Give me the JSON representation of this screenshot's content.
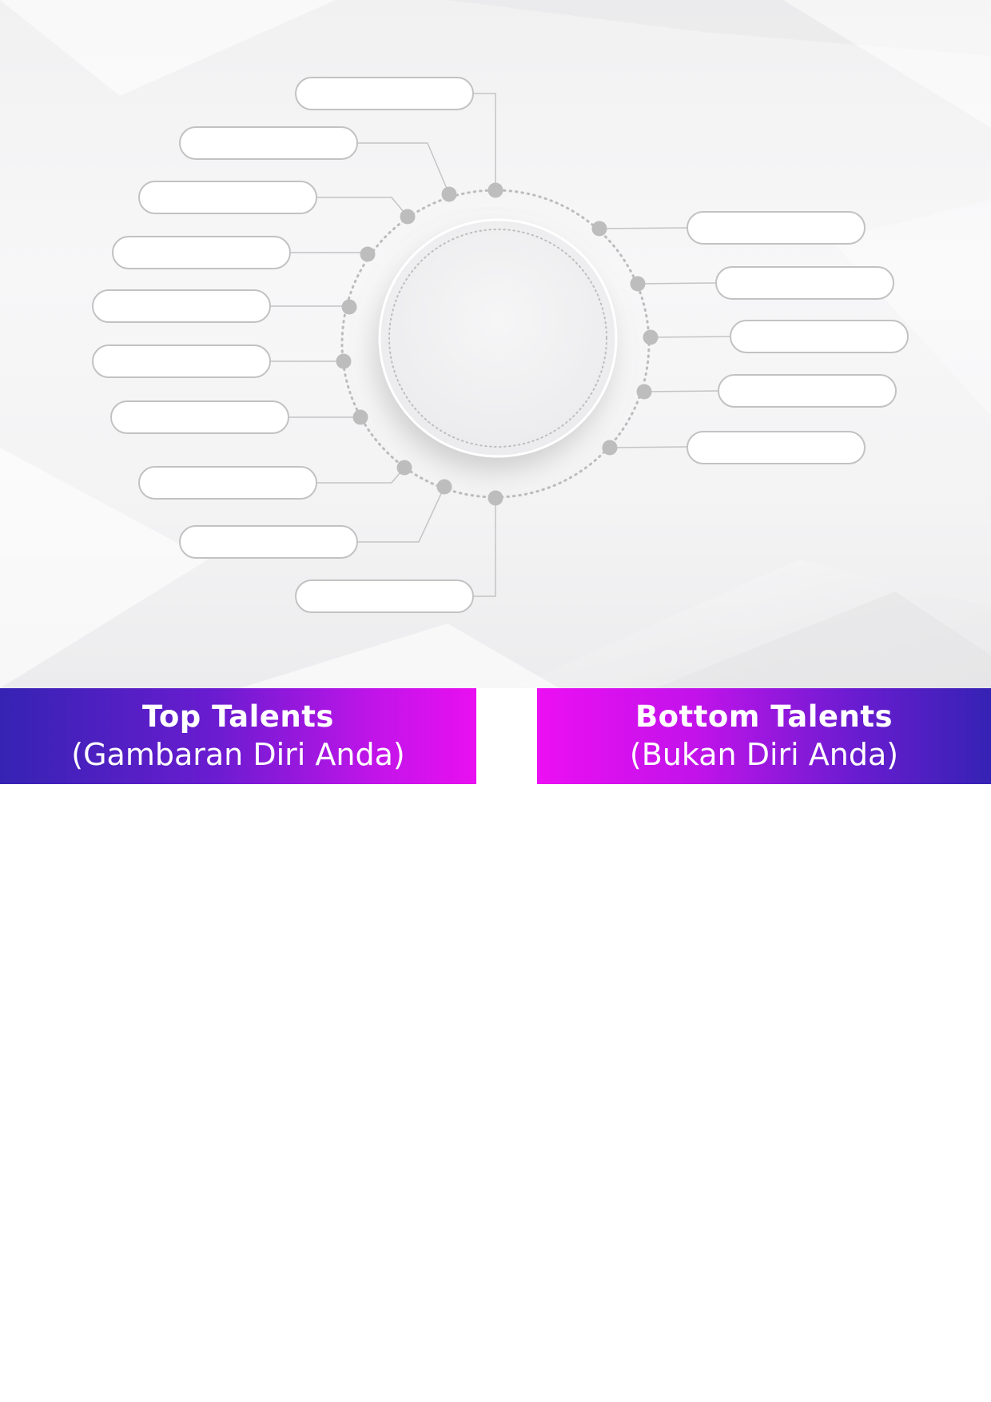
{
  "diagram": {
    "left_label_boxes": [
      "",
      "",
      "",
      "",
      "",
      "",
      "",
      "",
      "",
      ""
    ],
    "right_label_boxes": [
      "",
      "",
      "",
      "",
      ""
    ],
    "center_circle_text": "",
    "colors": {
      "node": "#bdbdbd",
      "connector": "#c4c4c4",
      "box_border": "#c2c2c2",
      "box_fill": "#ffffff"
    }
  },
  "banners": {
    "top_talents": {
      "title": "Top Talents",
      "subtitle": "(Gambaran Diri Anda)"
    },
    "bottom_talents": {
      "title": "Bottom Talents",
      "subtitle": "(Bukan Diri Anda)"
    },
    "colors": {
      "indigo": "#3523b3",
      "magenta": "#ec0ff3"
    }
  }
}
